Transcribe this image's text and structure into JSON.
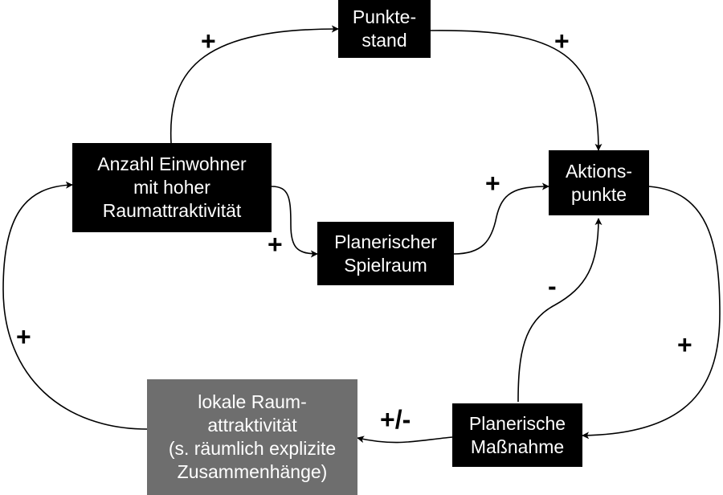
{
  "nodes": {
    "punktestand": {
      "lines": [
        "Punkte-",
        "stand"
      ]
    },
    "einwohner": {
      "lines": [
        "Anzahl Einwohner",
        "mit hoher",
        "Raumattraktivität"
      ]
    },
    "aktionspunkte": {
      "lines": [
        "Aktions-",
        "punkte"
      ]
    },
    "spielraum": {
      "lines": [
        "Planerischer",
        "Spielraum"
      ]
    },
    "massnahme": {
      "lines": [
        "Planerische",
        "Maßnahme"
      ]
    },
    "lokale": {
      "lines": [
        "lokale Raum-",
        "attraktivität",
        "(s. räumlich explizite",
        "Zusammenhänge)"
      ]
    }
  },
  "signs": {
    "einwohner_to_punktestand": "+",
    "punktestand_to_aktionspunkte": "+",
    "spielraum_to_aktionspunkte": "+",
    "einwohner_to_spielraum": "+",
    "massnahme_to_aktionspunkte": "-",
    "lokale_to_einwohner": "+",
    "aktionspunkte_to_massnahme": "+",
    "massnahme_to_lokale": "+/-"
  },
  "colors": {
    "node_fill": "#000000",
    "node_grey_fill": "#6e6e6e",
    "node_text": "#ffffff",
    "arrow": "#000000"
  }
}
